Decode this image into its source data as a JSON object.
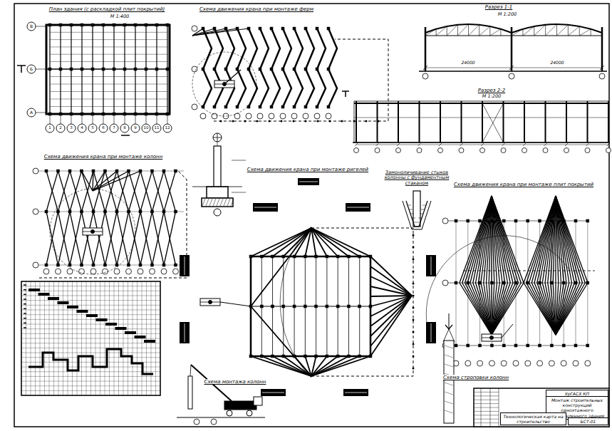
{
  "diagram": {
    "nodes": [
      {
        "text": [
          "УрГАСХ КП"
        ]
      },
      {
        "text": [
          "Монтаж строительных конструкций одноэтажного промышленного здания"
        ]
      },
      {
        "text": [
          "Технологическая карта на строительство"
        ]
      },
      {
        "text": [
          "БСТ-01"
        ]
      }
    ],
    "labels": [
      "План здания (с раскладкой плит покрытий)",
      "М 1:400",
      "В",
      "Б",
      "А",
      "1",
      "2",
      "3",
      "4",
      "5",
      "6",
      "7",
      "8",
      "9",
      "10",
      "11",
      "12",
      "Схема движения крана при монтаже ферм",
      "Разрез 1-1",
      "М 1:200",
      "24000",
      "24000",
      "Разрез 2-2",
      "М 1:200",
      "Схема движения крана при монтаже колонн",
      "Схема движения крана при монтаже ригелей",
      "Замоноличивание стыков колонны с фундаментным стаканом",
      "Схема движения крана при монтаже плит покрытий",
      "Схема монтажа колонн",
      "Схема строповки колонн"
    ]
  }
}
